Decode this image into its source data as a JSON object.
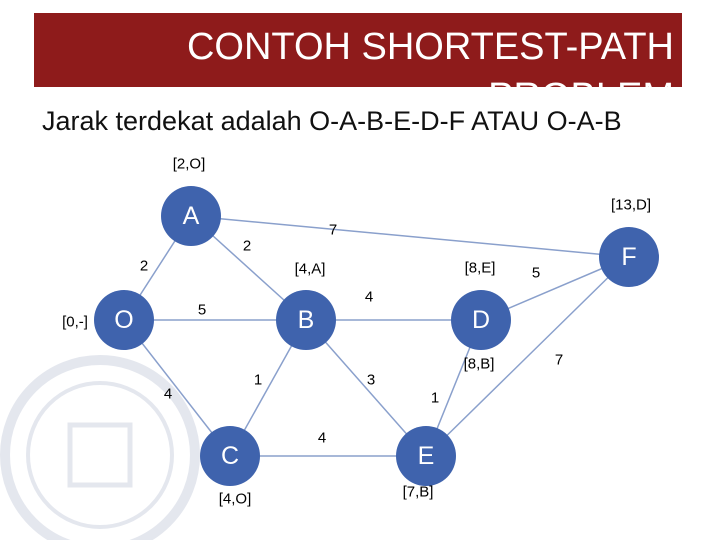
{
  "title": "CONTOH SHORTEST-PATH PROBLEM",
  "subtitle": "Jarak terdekat adalah O-A-B-E-D-F ATAU O-A-B",
  "colors": {
    "title_bar": "#8e1b1b",
    "node_fill": "#3f63ad",
    "edge": "#8aa0cc"
  },
  "nodes": [
    {
      "id": "A",
      "label": "A",
      "tag": "[2,O]"
    },
    {
      "id": "O",
      "label": "O",
      "tag": "[0,-]"
    },
    {
      "id": "B",
      "label": "B",
      "tag": "[4,A]"
    },
    {
      "id": "C",
      "label": "C",
      "tag": "[4,O]"
    },
    {
      "id": "D",
      "label": "D",
      "tag": "[8,E]"
    },
    {
      "id": "E",
      "label": "E",
      "tag": "[7,B]"
    },
    {
      "id": "F",
      "label": "F",
      "tag": "[13,D]"
    }
  ],
  "extra_tags": [
    "[8,B]"
  ],
  "edges": [
    {
      "from": "O",
      "to": "A",
      "weight": "2"
    },
    {
      "from": "A",
      "to": "B",
      "weight": "2"
    },
    {
      "from": "A",
      "to": "F",
      "weight": "7"
    },
    {
      "from": "O",
      "to": "B",
      "weight": "5"
    },
    {
      "from": "O",
      "to": "C",
      "weight": "4"
    },
    {
      "from": "B",
      "to": "C",
      "weight": "1"
    },
    {
      "from": "B",
      "to": "D",
      "weight": "4"
    },
    {
      "from": "B",
      "to": "E",
      "weight": "3"
    },
    {
      "from": "C",
      "to": "E",
      "weight": "4"
    },
    {
      "from": "D",
      "to": "E",
      "weight": "1"
    },
    {
      "from": "D",
      "to": "F",
      "weight": "5"
    },
    {
      "from": "E",
      "to": "F",
      "weight": "7"
    }
  ]
}
